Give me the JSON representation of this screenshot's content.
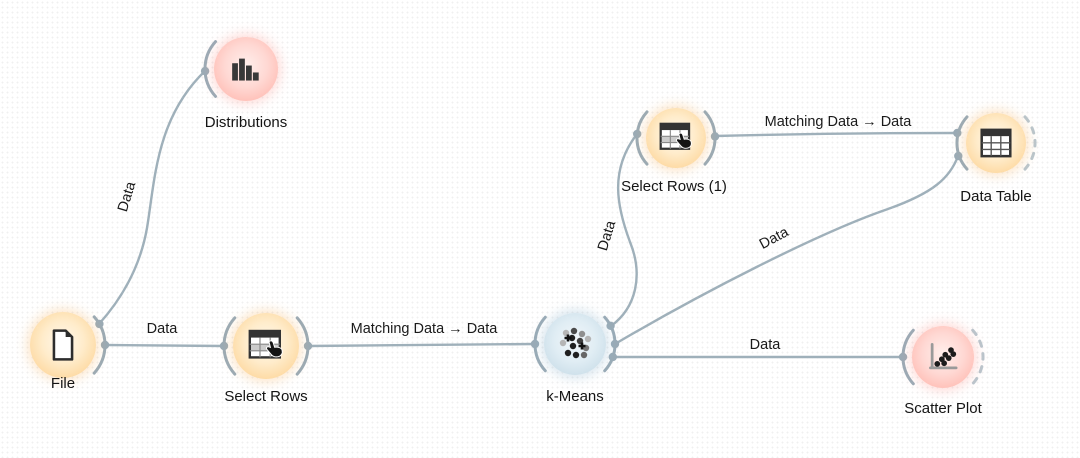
{
  "canvas": {
    "tool": "workflow-canvas",
    "edge_color": "#9fb0ba",
    "node_colors": {
      "data": "#fcd298",
      "visualize": "#ffb2a9",
      "unsupervised": "#c2d8e4"
    }
  },
  "nodes": [
    {
      "label": "File",
      "icon": "file-icon",
      "color": "orange"
    },
    {
      "label": "Distributions",
      "icon": "bar-chart-icon",
      "color": "pink"
    },
    {
      "label": "Select Rows",
      "icon": "table-select-icon",
      "color": "orange"
    },
    {
      "label": "k-Means",
      "icon": "cluster-icon",
      "color": "blue"
    },
    {
      "label": "Select Rows (1)",
      "icon": "table-select-icon",
      "color": "orange"
    },
    {
      "label": "Data Table",
      "icon": "table-icon",
      "color": "orange"
    },
    {
      "label": "Scatter Plot",
      "icon": "scatter-icon",
      "color": "pink"
    }
  ],
  "edges": [
    {
      "from": "File",
      "to": "Distributions",
      "label": "Data"
    },
    {
      "from": "File",
      "to": "Select Rows",
      "label": "Data"
    },
    {
      "from": "Select Rows",
      "to": "k-Means",
      "label": "Matching Data → Data"
    },
    {
      "from": "k-Means",
      "to": "Select Rows (1)",
      "label": "Data"
    },
    {
      "from": "k-Means",
      "to": "Data Table",
      "label": "Data"
    },
    {
      "from": "Select Rows (1)",
      "to": "Data Table",
      "label": "Matching Data → Data"
    },
    {
      "from": "k-Means",
      "to": "Scatter Plot",
      "label": "Data"
    }
  ]
}
